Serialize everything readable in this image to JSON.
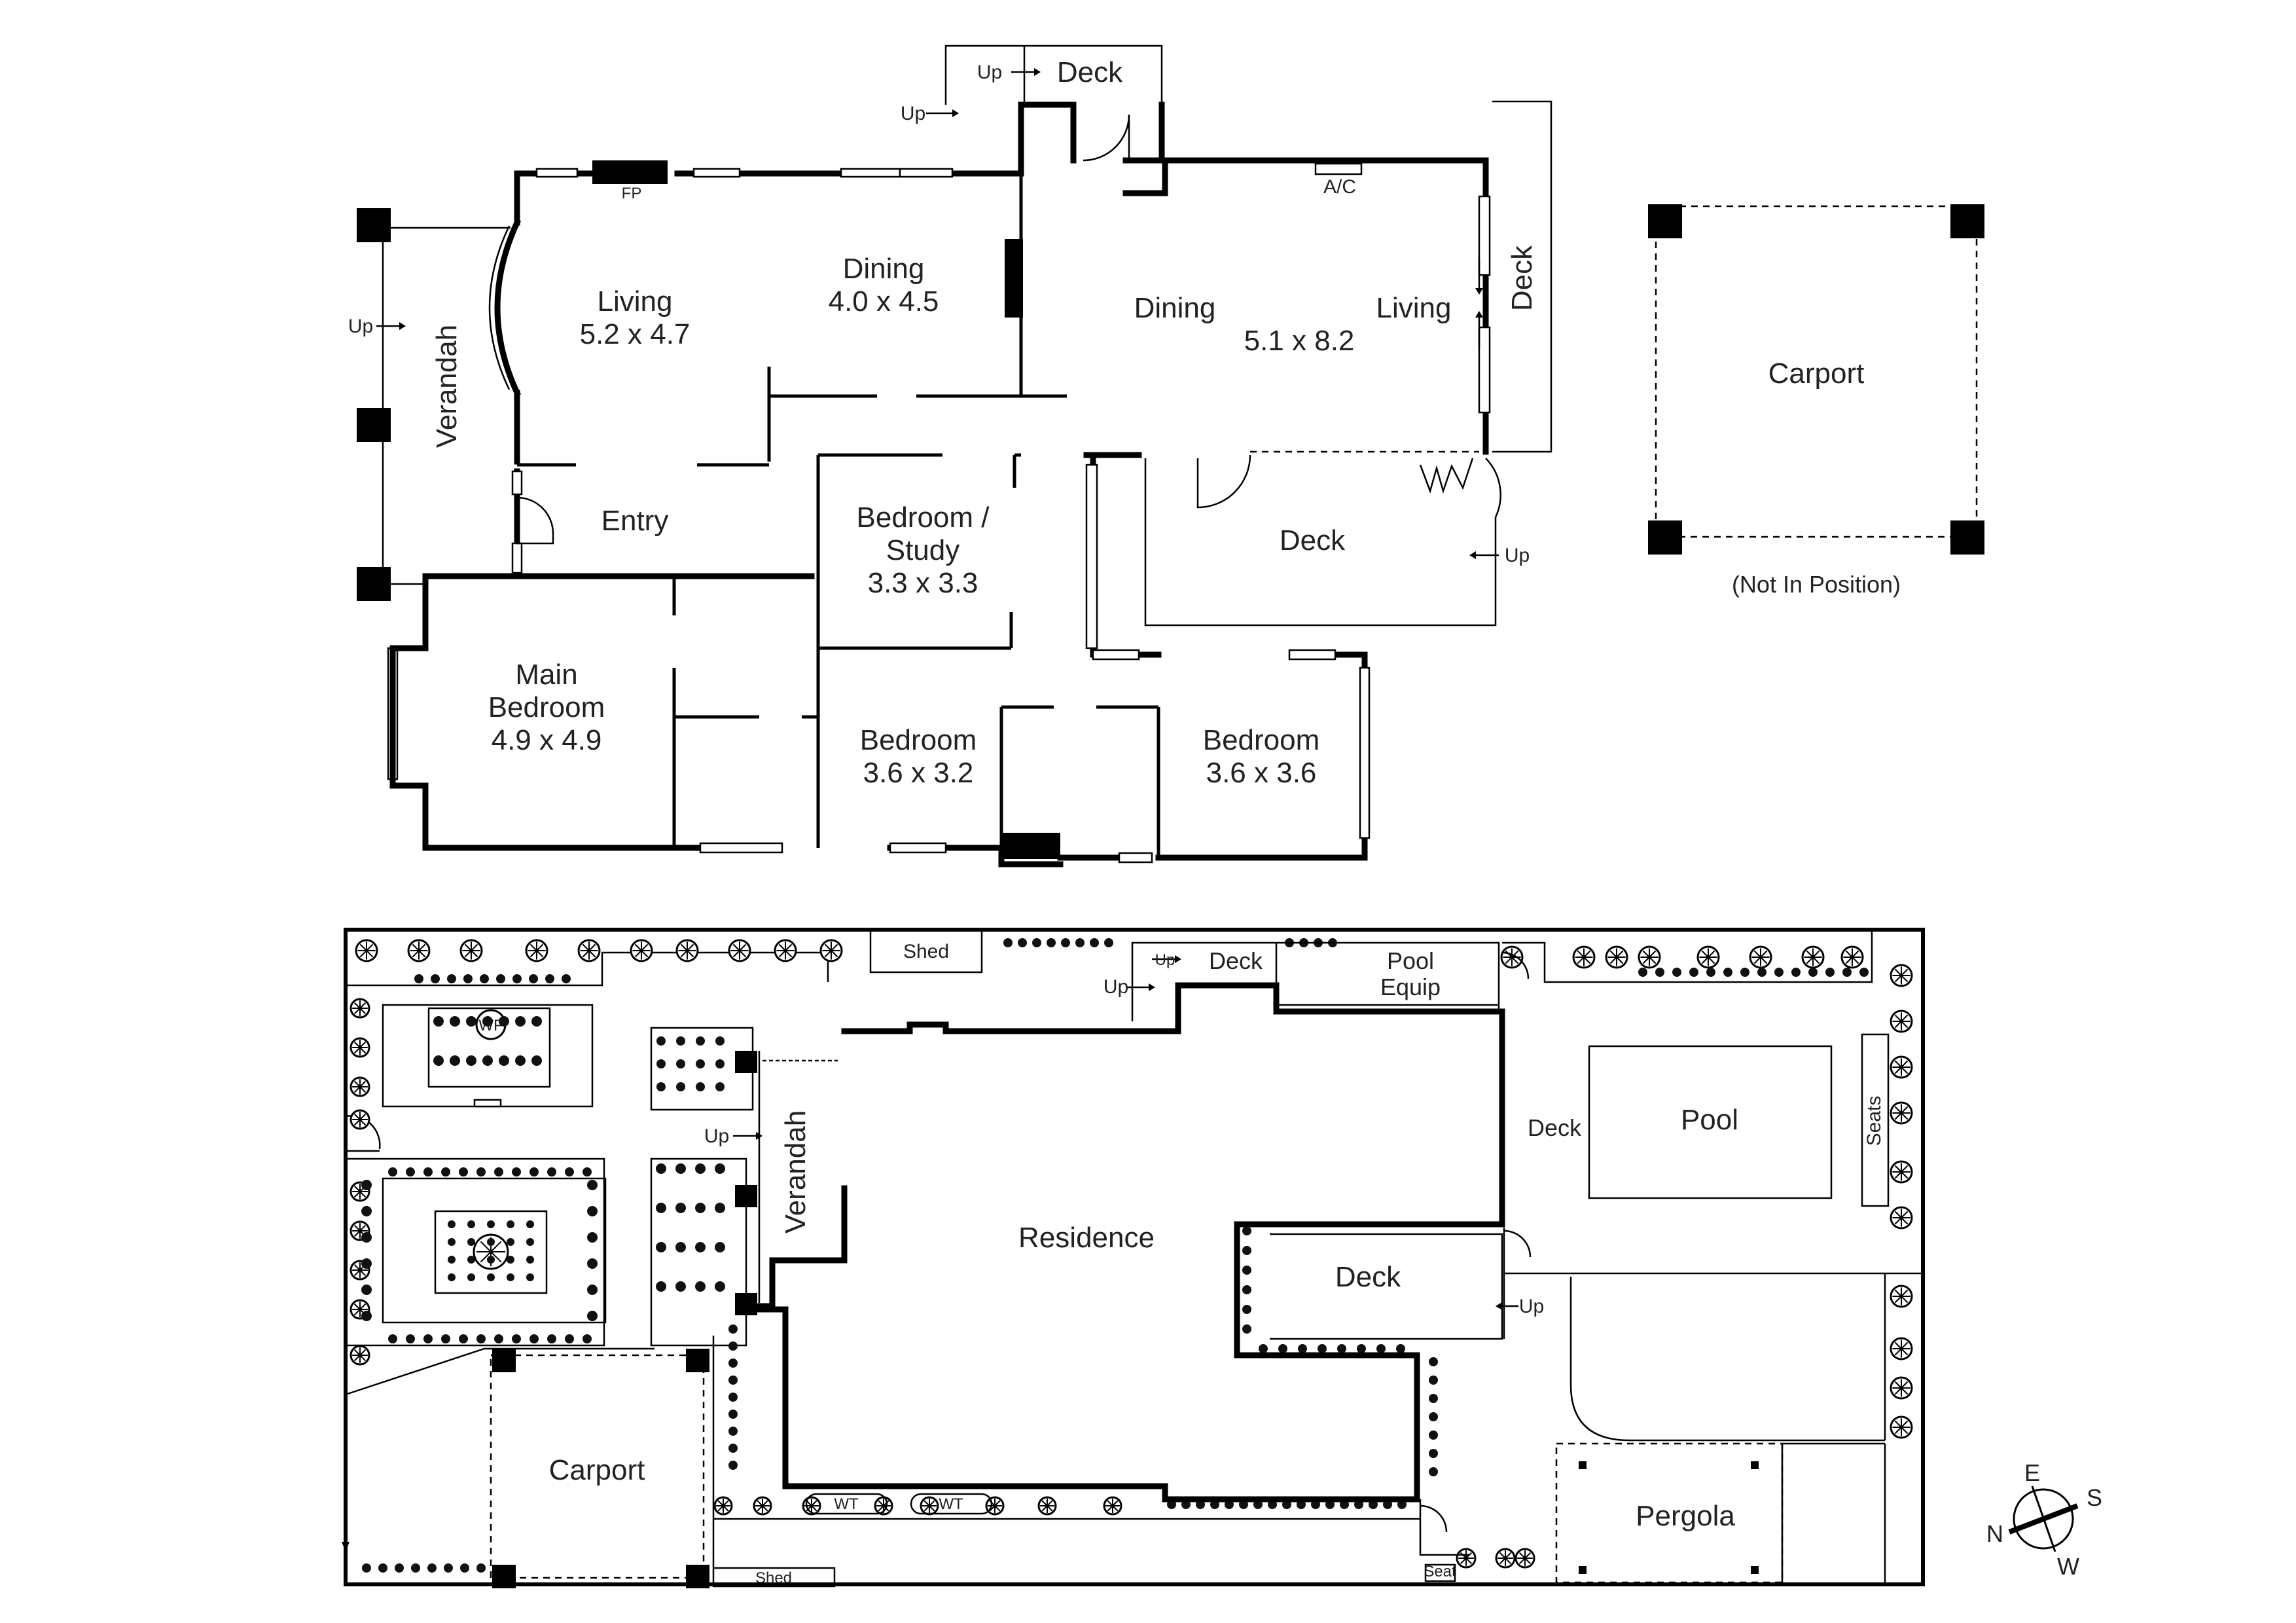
{
  "house_plan": {
    "rooms": {
      "living": {
        "name": "Living",
        "size": "5.2 x 4.7"
      },
      "dining": {
        "name": "Dining",
        "size": "4.0 x 4.5"
      },
      "rear_dining": {
        "name": "Dining"
      },
      "rear_living": {
        "name": "Living",
        "size": "5.1 x 8.2"
      },
      "verandah": {
        "name": "Verandah"
      },
      "entry": {
        "name": "Entry"
      },
      "bedroom_study": {
        "name_line1": "Bedroom /",
        "name_line2": "Study",
        "size": "3.3 x 3.3"
      },
      "main_bedroom": {
        "name_line1": "Main",
        "name_line2": "Bedroom",
        "size": "4.9 x 4.9"
      },
      "bedroom_2": {
        "name": "Bedroom",
        "size": "3.6 x 3.2"
      },
      "bedroom_3": {
        "name": "Bedroom",
        "size": "3.6 x 3.6"
      },
      "deck_top": {
        "name": "Deck"
      },
      "deck_side": {
        "name": "Deck"
      },
      "deck_rear": {
        "name": "Deck"
      }
    },
    "fixtures": {
      "fireplace": "FP",
      "aircon": "A/C"
    },
    "up_label": "Up"
  },
  "carport_plan": {
    "name": "Carport",
    "note": "(Not In Position)"
  },
  "site_plan": {
    "labels": {
      "shed_top": "Shed",
      "shed_bottom": "Shed",
      "deck_top": "Deck",
      "pool_equip_line1": "Pool",
      "pool_equip_line2": "Equip",
      "verandah": "Verandah",
      "residence": "Residence",
      "deck_mid": "Deck",
      "deck_pool": "Deck",
      "pool": "Pool",
      "seats": "Seats",
      "carport": "Carport",
      "pergola": "Pergola",
      "wf": "WF",
      "wt1": "WT",
      "wt2": "WT",
      "seat": "Seat",
      "up": "Up"
    }
  },
  "compass": {
    "n": "N",
    "e": "E",
    "s": "S",
    "w": "W"
  }
}
